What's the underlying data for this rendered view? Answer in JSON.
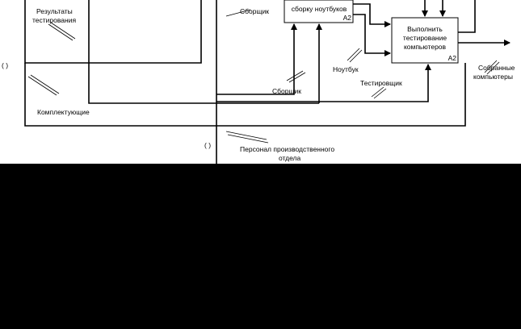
{
  "diagram": {
    "boxes": [
      {
        "id": "box-a2-top",
        "lines": [
          "сборку ноутбуков"
        ],
        "node": "A2"
      },
      {
        "id": "box-a2-test",
        "lines": [
          "Выполнить",
          "тестирование",
          "компьютеров"
        ],
        "node": "A2"
      }
    ],
    "labels": {
      "test_results_1": "Результаты",
      "test_results_2": "тестирования",
      "assembler_top": "Сборщик",
      "assembler_bottom": "Сборщик",
      "laptop": "Ноутбук",
      "tester": "Тестировщик",
      "components": "Комплектующие",
      "assembled_1": "Собранные",
      "assembled_2": "компьютеры",
      "staff_1": "Персонал производственного",
      "staff_2": "отдела",
      "tunnel_left": "( )",
      "tunnel_bottom": "( )"
    },
    "colors": {
      "diagram_bg": "#ffffff",
      "page_bg": "#000000",
      "ink": "#000000"
    }
  }
}
